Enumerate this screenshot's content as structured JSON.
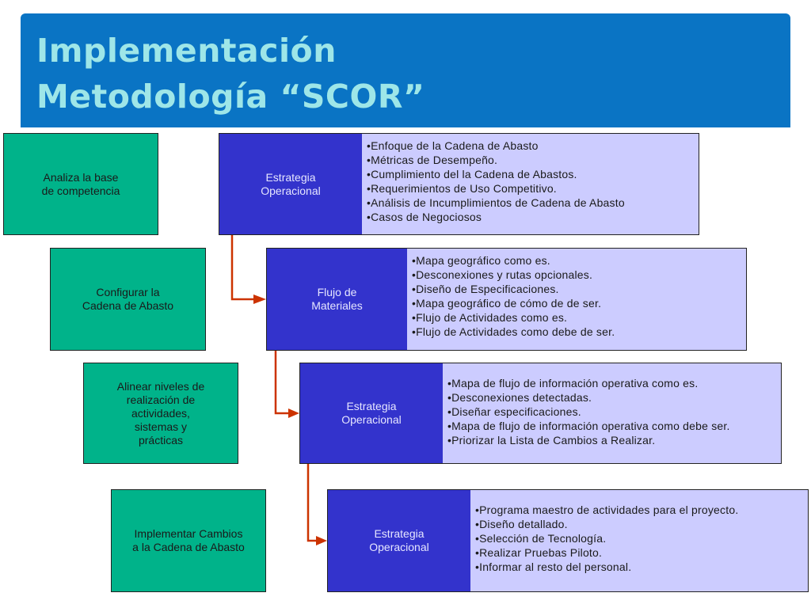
{
  "slide": {
    "title_line1": "Implementación",
    "title_line2": "Metodología “SCOR”",
    "colors": {
      "title_bar": "#0a74c4",
      "title_text": "#9ee6e8",
      "green": "#00b38a",
      "dark_blue": "#3333cc",
      "light_blue": "#ccccff",
      "arrow": "#cc3300"
    }
  },
  "steps": [
    {
      "action": "Analiza la base\nde competencia",
      "stage": "Estrategia\nOperacional",
      "bullets": [
        "Enfoque de la Cadena de Abasto",
        "Métricas de Desempeño.",
        "Cumplimiento del la Cadena de Abastos.",
        "Requerimientos de Uso Competitivo.",
        "Análisis de Incumplimientos de Cadena de Abasto",
        "Casos de Negociosos"
      ]
    },
    {
      "action": "Configurar la\nCadena de Abasto",
      "stage": "Flujo de\nMateriales",
      "bullets": [
        "Mapa geográfico como es.",
        "Desconexiones y rutas opcionales.",
        "Diseño de Especificaciones.",
        "Mapa geográfico de cómo de de ser.",
        "Flujo de Actividades como es.",
        "Flujo de Actividades como debe de ser."
      ]
    },
    {
      "action": "Alinear niveles de\nrealización de\nactividades,\nsistemas y\nprácticas",
      "stage": "Estrategia\nOperacional",
      "bullets": [
        "Mapa de flujo de información operativa como es.",
        "Desconexiones detectadas.",
        "Diseñar especificaciones.",
        "Mapa de flujo de información operativa como debe ser.",
        "Priorizar la Lista de Cambios a Realizar."
      ]
    },
    {
      "action": "Implementar Cambios\na la Cadena de Abasto",
      "stage": "Estrategia\nOperacional",
      "bullets": [
        "Programa maestro de actividades para el proyecto.",
        "Diseño detallado.",
        "Selección de Tecnología.",
        "Realizar Pruebas Piloto.",
        "Informar al resto del personal."
      ]
    }
  ]
}
